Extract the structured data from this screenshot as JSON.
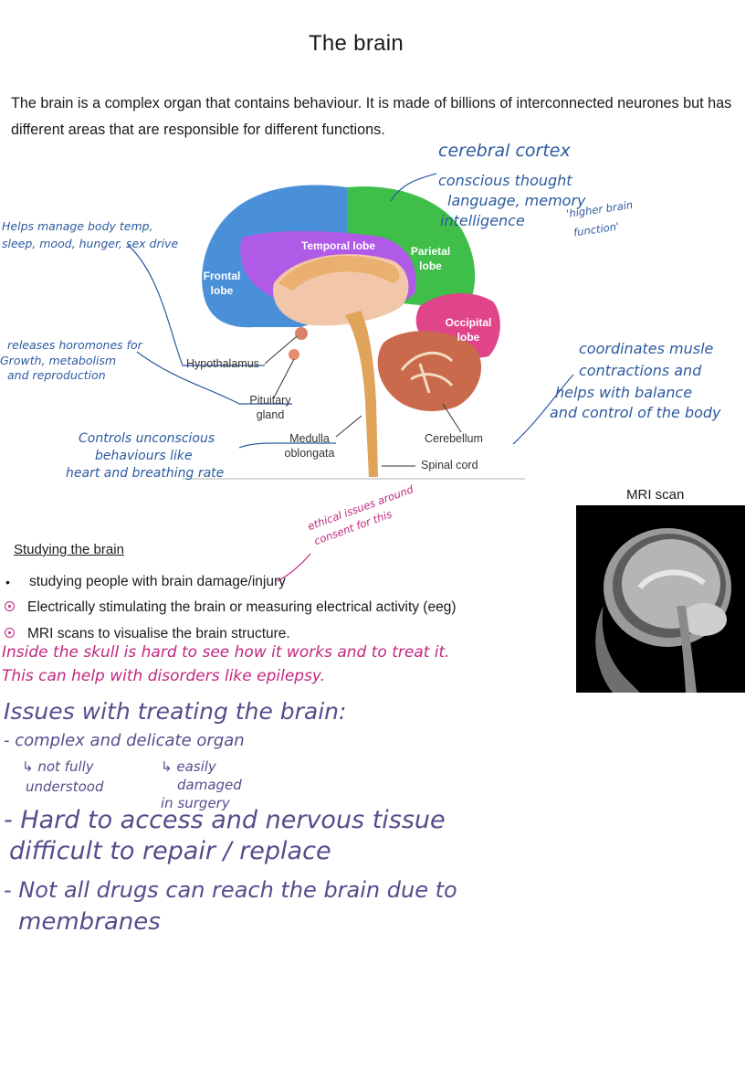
{
  "title": "The brain",
  "intro": "The brain is a complex organ that contains behaviour. It is made of billions of interconnected neurones but has different areas that are responsible for different functions.",
  "diagram": {
    "lobes": {
      "frontal": "Frontal lobe",
      "temporal": "Temporal lobe",
      "parietal": "Parietal lobe",
      "occipital": "Occipital lobe"
    },
    "labels": {
      "hypothalamus": "Hypothalamus",
      "pituitary": "Pituitary gland",
      "medulla": "Medulla oblongata",
      "cerebellum": "Cerebellum",
      "spinal_cord": "Spinal cord"
    },
    "notes": {
      "cortex_title": "cerebral cortex",
      "cortex_line1": "conscious thought",
      "cortex_line2": "language, memory",
      "cortex_line3": "intelligence",
      "cortex_side1": "'higher brain",
      "cortex_side2": "function'",
      "hypo_line1": "Helps manage body temp,",
      "hypo_line2": "sleep, mood, hunger, sex drive",
      "pit_line1": "releases horomones for",
      "pit_line2": "Growth, metabolism",
      "pit_line3": "and reproduction",
      "med_line1": "Controls unconscious",
      "med_line2": "behaviours like",
      "med_line3": "heart and breathing rate",
      "cer_line1": "coordinates musle",
      "cer_line2": "contractions and",
      "cer_line3": "helps with balance",
      "cer_line4": "and control of the body"
    }
  },
  "mri": {
    "caption": "MRI scan"
  },
  "studying": {
    "heading": "Studying the brain",
    "items": [
      "studying people with brain damage/injury",
      "Electrically stimulating the brain or measuring electrical activity (eeg)",
      "MRI scans to visualise the brain structure."
    ],
    "ethics_line1": "ethical issues around",
    "ethics_line2": "consent for this",
    "pink_line1": "Inside the skull is hard to see how it works and to treat it.",
    "pink_line2": "This can help with disorders like epilepsy."
  },
  "issues": {
    "heading": "Issues with treating the brain:",
    "line1": "- complex and delicate organ",
    "sub1a": "↳ not fully",
    "sub1b": "understood",
    "sub2a": "↳ easily",
    "sub2b": "damaged",
    "sub2c": "in surgery",
    "line2a": "- Hard to access and nervous tissue",
    "line2b": "difficult to repair / replace",
    "line3a": "- Not all drugs can reach the brain due to",
    "line3b": "membranes"
  },
  "colors": {
    "frontal": "#4a90d9",
    "parietal": "#3fbf4a",
    "temporal": "#a44de0",
    "occipital": "#e0458a",
    "note_blue": "#2c5aa0",
    "note_pink": "#c2277f",
    "note_purple": "#5a4a8c"
  }
}
